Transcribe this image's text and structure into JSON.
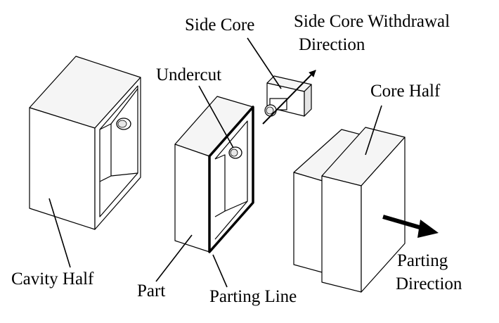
{
  "labels": {
    "side_core": "Side Core",
    "side_core_withdrawal_line1": "Side Core Withdrawal",
    "side_core_withdrawal_line2": "Direction",
    "undercut": "Undercut",
    "core_half": "Core Half",
    "cavity_half": "Cavity Half",
    "part": "Part",
    "parting_line": "Parting Line",
    "parting_direction_line1": "Parting",
    "parting_direction_line2": "Direction"
  },
  "colors": {
    "line": "#000000",
    "background": "#ffffff",
    "shade_light": "#f7f7f7",
    "shade_mid": "#e4e4e4",
    "shade_dark": "#cfcfcf"
  }
}
